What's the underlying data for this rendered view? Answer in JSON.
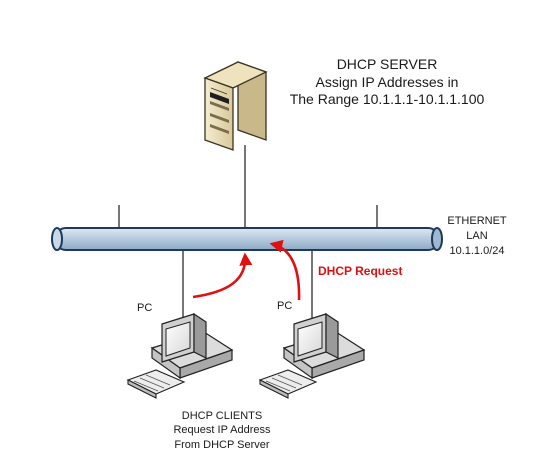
{
  "server": {
    "title": "DHCP SERVER",
    "line2": "Assign IP Addresses in",
    "line3": "The Range 10.1.1.1-10.1.1.100"
  },
  "lan": {
    "line1": "ETHERNET",
    "line2": "LAN",
    "line3": "10.1.1.0/24"
  },
  "request_label": "DHCP Request",
  "pc_label": "PC",
  "clients": {
    "line1": "DHCP CLIENTS",
    "line2": "Request IP Address",
    "line3": "From DHCP Server"
  },
  "colors": {
    "bus_fill": "#b3c9de",
    "bus_stroke": "#1d3a5c",
    "arrow": "#e01010"
  }
}
